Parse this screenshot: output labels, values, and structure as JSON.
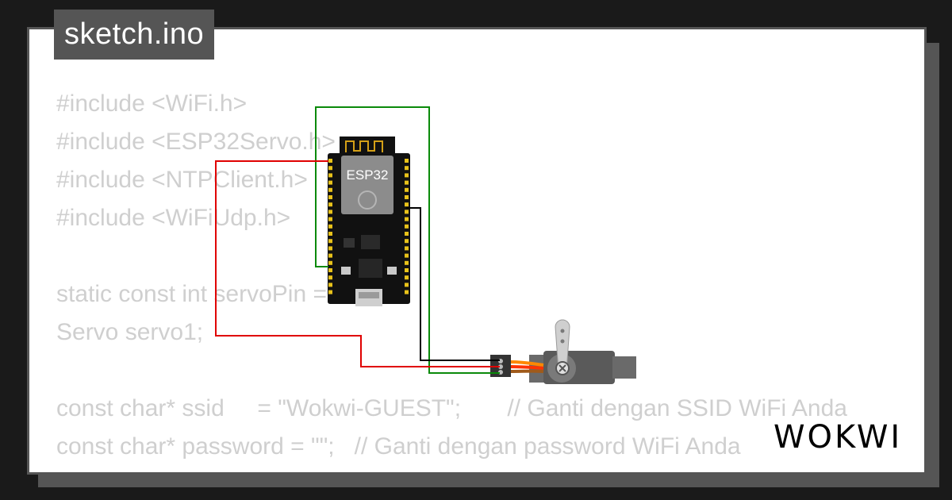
{
  "tab": {
    "title": "sketch.ino"
  },
  "code_lines": [
    "#include <WiFi.h>",
    "#include <ESP32Servo.h>",
    "#include <NTPClient.h>",
    "#include <WiFiUdp.h>",
    "",
    "static const int servoPin = 13;",
    "Servo servo1;",
    "",
    "const char* ssid     = \"Wokwi-GUEST\";       // Ganti dengan SSID WiFi Anda",
    "const char* password = \"\";   // Ganti dengan password WiFi Anda"
  ],
  "board": {
    "chip_label": "ESP32"
  },
  "logo": {
    "text": "WOKWI"
  },
  "colors": {
    "background": "#1a1a1a",
    "card": "#ffffff",
    "tab": "#555555",
    "code_text": "#cfcfcf",
    "wire_green": "#0a8a0a",
    "wire_red": "#e00000",
    "wire_black": "#000000",
    "servo_body": "#5a5a5a"
  },
  "icons": {
    "board": "esp32-devkit-icon",
    "servo": "servo-motor-icon",
    "logo": "wokwi-logo-icon"
  }
}
